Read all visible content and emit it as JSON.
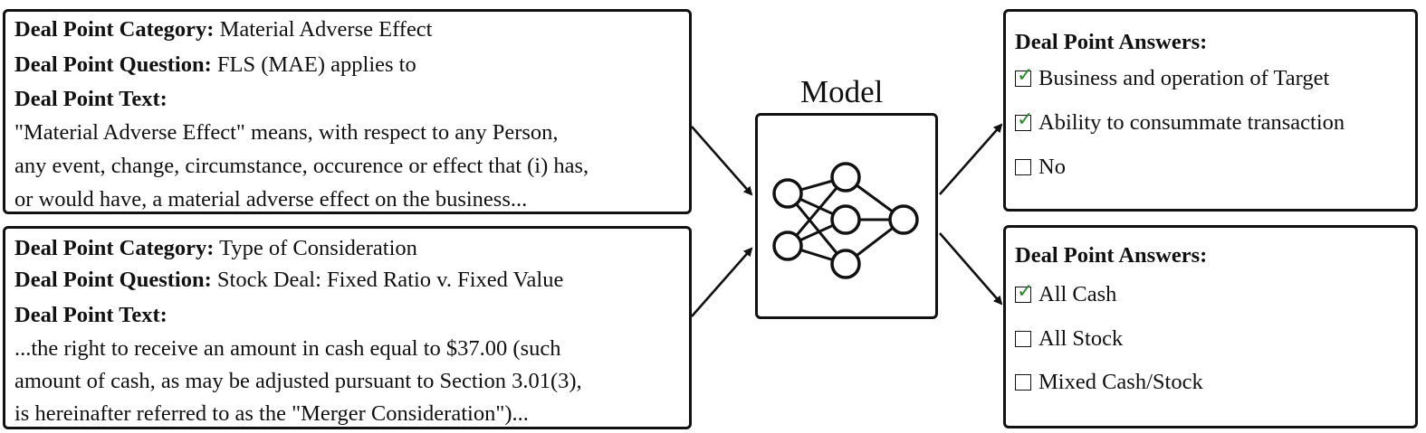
{
  "input_boxes": [
    {
      "category_label": "Deal Point Category:",
      "category_value": "Material Adverse Effect",
      "question_label": "Deal Point Question:",
      "question_value": "FLS (MAE) applies to",
      "text_label": "Deal Point Text:",
      "text_lines": [
        "\"Material Adverse Effect\" means, with respect to any Person,",
        "any event, change, circumstance, occurence or effect that (i) has,",
        "or would have, a material adverse effect on the business..."
      ]
    },
    {
      "category_label": "Deal Point Category:",
      "category_value": "Type of Consideration",
      "question_label": "Deal Point Question:",
      "question_value": "Stock Deal: Fixed Ratio v. Fixed Value",
      "text_label": "Deal Point Text:",
      "text_lines": [
        "...the right to receive an amount in cash equal to $37.00 (such",
        "amount of cash, as may be adjusted pursuant to Section 3.01(3),",
        "is hereinafter referred to as the \"Merger Consideration\")..."
      ]
    }
  ],
  "model": {
    "label": "Model",
    "icon": "neural-network-icon"
  },
  "answer_boxes": [
    {
      "title": "Deal Point Answers:",
      "options": [
        {
          "label": "Business and operation of Target",
          "checked": true
        },
        {
          "label": "Ability to consummate transaction",
          "checked": true
        },
        {
          "label": "No",
          "checked": false
        }
      ]
    },
    {
      "title": "Deal Point Answers:",
      "options": [
        {
          "label": "All Cash",
          "checked": true
        },
        {
          "label": "All Stock",
          "checked": false
        },
        {
          "label": "Mixed Cash/Stock",
          "checked": false
        }
      ]
    }
  ],
  "colors": {
    "check": "#2a8a2a",
    "stroke": "#111111"
  }
}
